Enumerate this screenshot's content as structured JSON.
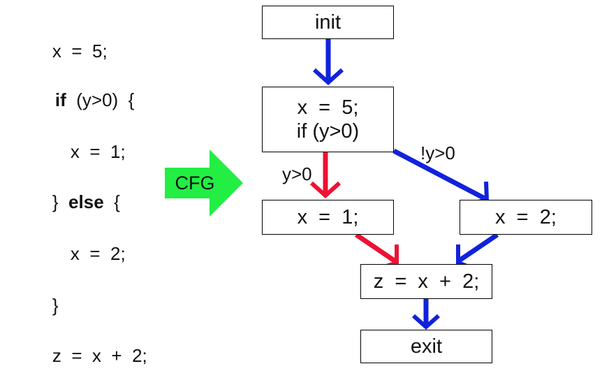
{
  "code": {
    "lines": [
      {
        "kw": "",
        "text": "x  =  5;"
      },
      {
        "kw": "if",
        "text": "  (y>0)  {"
      },
      {
        "kw": "",
        "text": "x  =  1;"
      },
      {
        "pre": "}  ",
        "kw": "else",
        "text": "  {"
      },
      {
        "kw": "",
        "text": "x  =  2;"
      },
      {
        "kw": "",
        "text": "}"
      },
      {
        "kw": "",
        "text": "z  =  x  +  2;"
      }
    ]
  },
  "cfg_arrow": {
    "label": "CFG",
    "color": "#22ee44"
  },
  "graph": {
    "nodes": {
      "init": "init",
      "cond": "x  =  5;\nif (y>0)",
      "then": "x  =  1;",
      "else": "x  =  2;",
      "join": "z  =  x  +  2;",
      "exit": "exit"
    },
    "edges": {
      "true_label": "y>0",
      "false_label": "!y>0",
      "true_color": "#ee1133",
      "false_color": "#1122dd"
    }
  }
}
